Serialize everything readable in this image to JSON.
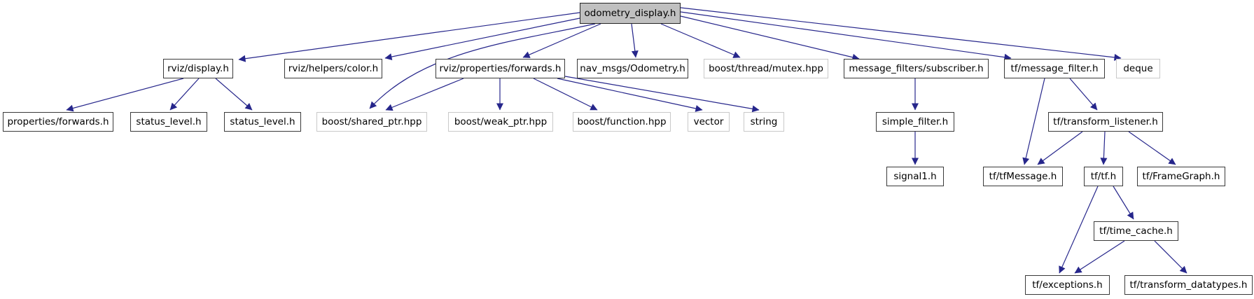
{
  "diagram": {
    "type": "include-dependency-graph",
    "title": "odometry_display.h include graph",
    "colors": {
      "edge": "#26268b",
      "node_fill": "#ffffff",
      "root_fill": "#c0c0c0",
      "internal_border": "#3a3a3a",
      "external_border": "#c9c9c9",
      "text": "#000000",
      "background": "#ffffff"
    },
    "nodes": [
      {
        "label": "odometry_display.h",
        "kind": "root"
      },
      {
        "label": "rviz/display.h",
        "kind": "internal"
      },
      {
        "label": "rviz/helpers/color.h",
        "kind": "internal"
      },
      {
        "label": "rviz/properties/forwards.h",
        "kind": "internal"
      },
      {
        "label": "nav_msgs/Odometry.h",
        "kind": "internal"
      },
      {
        "label": "boost/thread/mutex.hpp",
        "kind": "external"
      },
      {
        "label": "message_filters/subscriber.h",
        "kind": "internal"
      },
      {
        "label": "tf/message_filter.h",
        "kind": "internal"
      },
      {
        "label": "deque",
        "kind": "external"
      },
      {
        "label": "properties/forwards.h",
        "kind": "internal"
      },
      {
        "label": "status_level.h",
        "kind": "internal"
      },
      {
        "label": "status_level.h",
        "kind": "internal"
      },
      {
        "label": "boost/shared_ptr.hpp",
        "kind": "external"
      },
      {
        "label": "boost/weak_ptr.hpp",
        "kind": "external"
      },
      {
        "label": "boost/function.hpp",
        "kind": "external"
      },
      {
        "label": "vector",
        "kind": "external"
      },
      {
        "label": "string",
        "kind": "external"
      },
      {
        "label": "simple_filter.h",
        "kind": "internal"
      },
      {
        "label": "tf/transform_listener.h",
        "kind": "internal"
      },
      {
        "label": "signal1.h",
        "kind": "internal"
      },
      {
        "label": "tf/tfMessage.h",
        "kind": "internal"
      },
      {
        "label": "tf/tf.h",
        "kind": "internal"
      },
      {
        "label": "tf/FrameGraph.h",
        "kind": "internal"
      },
      {
        "label": "tf/time_cache.h",
        "kind": "internal"
      },
      {
        "label": "tf/exceptions.h",
        "kind": "internal"
      },
      {
        "label": "tf/transform_datatypes.h",
        "kind": "internal"
      }
    ],
    "edges": [
      {
        "from": "odometry_display.h",
        "to": "rviz/display.h"
      },
      {
        "from": "odometry_display.h",
        "to": "rviz/helpers/color.h"
      },
      {
        "from": "odometry_display.h",
        "to": "rviz/properties/forwards.h"
      },
      {
        "from": "odometry_display.h",
        "to": "nav_msgs/Odometry.h"
      },
      {
        "from": "odometry_display.h",
        "to": "boost/thread/mutex.hpp"
      },
      {
        "from": "odometry_display.h",
        "to": "message_filters/subscriber.h"
      },
      {
        "from": "odometry_display.h",
        "to": "tf/message_filter.h"
      },
      {
        "from": "odometry_display.h",
        "to": "deque"
      },
      {
        "from": "odometry_display.h",
        "to": "boost/shared_ptr.hpp"
      },
      {
        "from": "rviz/display.h",
        "to": "properties/forwards.h"
      },
      {
        "from": "rviz/display.h",
        "to": "status_level.h"
      },
      {
        "from": "rviz/display.h",
        "to": "status_level.h (2)"
      },
      {
        "from": "rviz/properties/forwards.h",
        "to": "boost/shared_ptr.hpp"
      },
      {
        "from": "rviz/properties/forwards.h",
        "to": "boost/weak_ptr.hpp"
      },
      {
        "from": "rviz/properties/forwards.h",
        "to": "boost/function.hpp"
      },
      {
        "from": "rviz/properties/forwards.h",
        "to": "vector"
      },
      {
        "from": "rviz/properties/forwards.h",
        "to": "string"
      },
      {
        "from": "message_filters/subscriber.h",
        "to": "simple_filter.h"
      },
      {
        "from": "simple_filter.h",
        "to": "signal1.h"
      },
      {
        "from": "tf/message_filter.h",
        "to": "tf/tfMessage.h"
      },
      {
        "from": "tf/message_filter.h",
        "to": "tf/transform_listener.h"
      },
      {
        "from": "tf/transform_listener.h",
        "to": "tf/tfMessage.h"
      },
      {
        "from": "tf/transform_listener.h",
        "to": "tf/tf.h"
      },
      {
        "from": "tf/transform_listener.h",
        "to": "tf/FrameGraph.h"
      },
      {
        "from": "tf/tf.h",
        "to": "tf/time_cache.h"
      },
      {
        "from": "tf/tf.h",
        "to": "tf/exceptions.h"
      },
      {
        "from": "tf/time_cache.h",
        "to": "tf/exceptions.h"
      },
      {
        "from": "tf/time_cache.h",
        "to": "tf/transform_datatypes.h"
      }
    ]
  }
}
